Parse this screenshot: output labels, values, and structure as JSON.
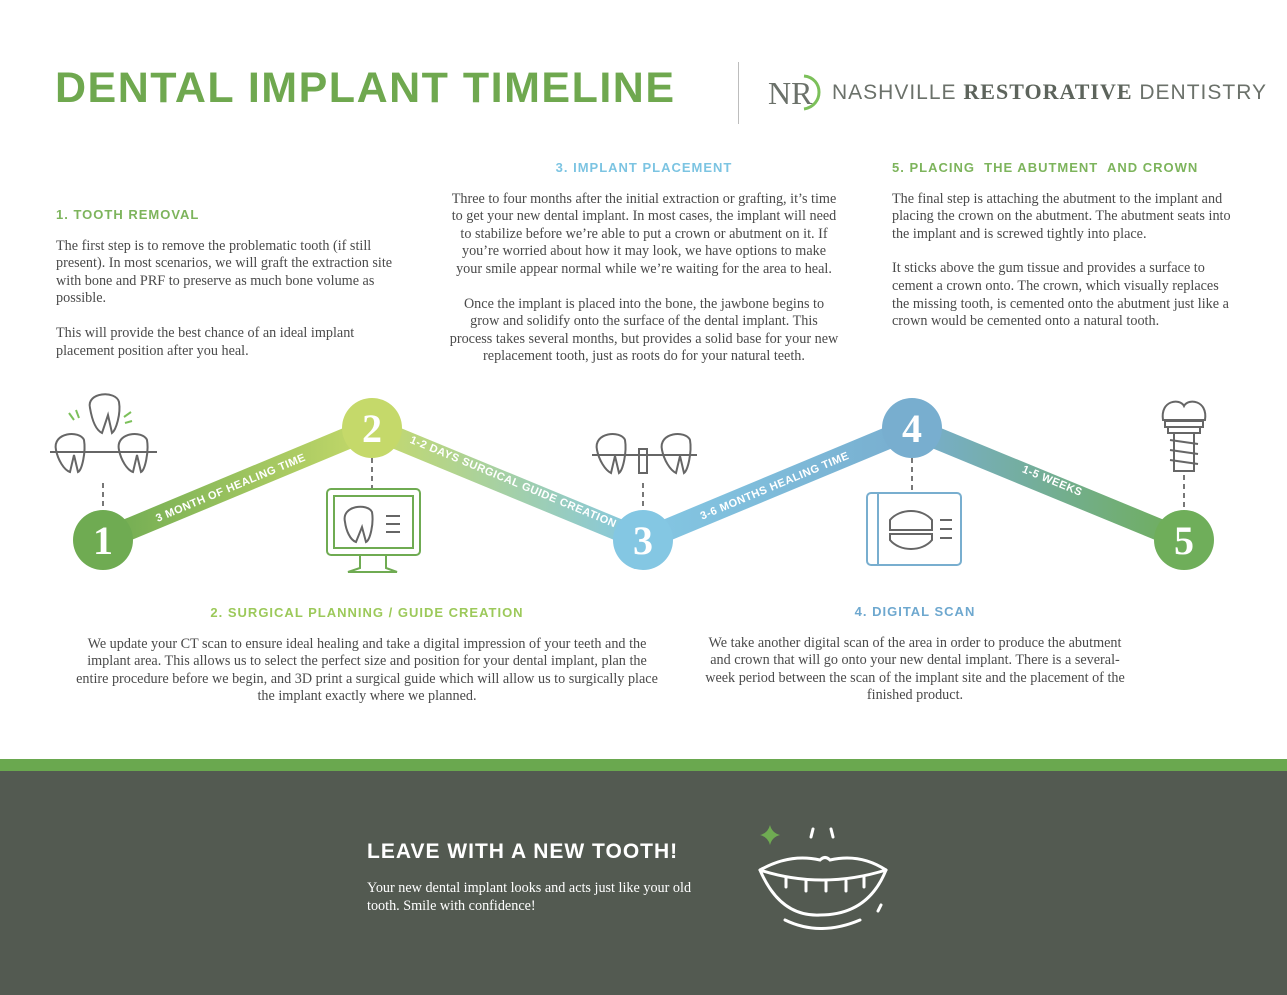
{
  "header": {
    "title": "DENTAL IMPLANT TIMELINE",
    "logo_monogram": "NRD",
    "logo_name_1": "NASHVILLE",
    "logo_name_2": "RESTORATIVE",
    "logo_name_3": "DENTISTRY"
  },
  "colors": {
    "green": "#6fa84f",
    "lime": "#c5d96a",
    "blue": "#84c7e3",
    "steel_blue": "#78aecf",
    "footer": "#535a51"
  },
  "steps": [
    {
      "number": "1",
      "heading": "1. TOOTH REMOVAL",
      "paragraphs": [
        "The first step is to remove the problematic tooth (if still present). In most scenarios, we will graft the extraction site with bone and PRF to preserve as much bone volume as possible.",
        "This will provide the best chance of an ideal implant placement position after you heal."
      ],
      "icon": "tooth-extraction-icon"
    },
    {
      "number": "2",
      "heading": "2. SURGICAL PLANNING / GUIDE CREATION",
      "paragraphs": [
        "We update your CT scan to ensure ideal healing and take a digital impression of your teeth and the implant area. This allows us to select the perfect size and position for your dental implant, plan the entire procedure before we begin, and 3D print a surgical guide which will allow us to surgically place the implant exactly where we planned."
      ],
      "icon": "monitor-tooth-icon"
    },
    {
      "number": "3",
      "heading": "3. IMPLANT PLACEMENT",
      "paragraphs": [
        "Three to four months after the initial extraction or grafting, it’s time to get your new dental implant. In most cases, the implant will need to stabilize before we’re able to put a crown or abutment on it. If you’re worried about how it may look, we have options to make your smile appear normal while we’re waiting for the area to heal.",
        "Once the implant is placed into the bone, the jawbone begins to grow and solidify onto the surface of the dental implant. This process takes several months, but provides a solid base for your new replacement tooth, just as roots do for your natural teeth."
      ],
      "icon": "implant-post-icon"
    },
    {
      "number": "4",
      "heading": "4. DIGITAL SCAN",
      "paragraphs": [
        "We take another digital scan of the area in order to produce the abutment and crown that will go onto your new dental implant. There is a several-week period between the scan of the implant site and the placement of the finished product."
      ],
      "icon": "digital-scan-icon"
    },
    {
      "number": "5",
      "heading": "5. PLACING  THE ABUTMENT  AND CROWN",
      "paragraphs": [
        "The final step is attaching the abutment to the implant and placing the crown on the abutment. The abutment seats into the implant and is screwed tightly into place.",
        "It sticks above the gum tissue and provides a surface to cement a crown onto. The crown, which visually replaces the missing tooth, is cemented onto the abutment just like a crown would be cemented onto a natural tooth."
      ],
      "icon": "implant-crown-icon"
    }
  ],
  "segments": [
    "3 MONTH OF HEALING TIME",
    "1-2 DAYS SURGICAL GUIDE CREATION",
    "3-6 MONTHS HEALING TIME",
    "1-5 WEEKS"
  ],
  "footer": {
    "title": "LEAVE WITH A NEW TOOTH!",
    "text": "Your new dental implant looks and acts just like your old tooth. Smile with confidence!",
    "icon": "smile-icon"
  }
}
